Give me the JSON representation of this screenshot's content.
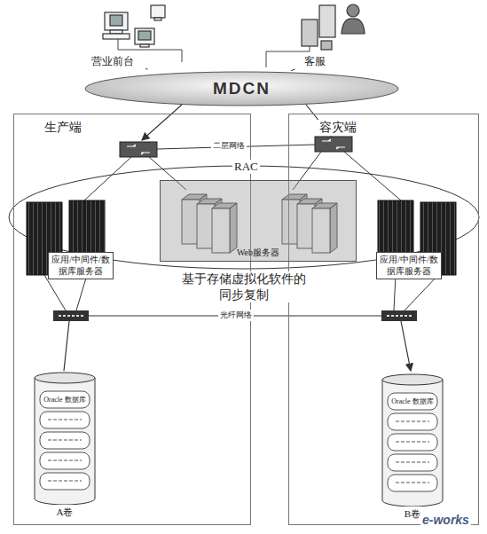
{
  "diagram": {
    "nodes": [
      {
        "text": [
          "营业前台"
        ]
      },
      {
        "text": [
          "客服"
        ]
      },
      {
        "text": [
          "MDCN"
        ]
      },
      {
        "text": [
          "生产端"
        ]
      },
      {
        "text": [
          "容灾端"
        ]
      },
      {
        "text": [
          "Web服务器"
        ]
      },
      {
        "text": [
          "应用/中间件/数据库服务器"
        ],
        "in": 3
      },
      {
        "text": [
          "应用/中间件/数据库服务器"
        ],
        "in": 4
      },
      {
        "text": [
          "Oracle 数据库",
          "A卷"
        ],
        "in": 3
      },
      {
        "text": [
          "Oracle 数据库",
          "B卷"
        ],
        "in": 4
      }
    ],
    "edges": [
      {
        "from": 0,
        "to": 2,
        "arrow": "none"
      },
      {
        "from": 1,
        "to": 2,
        "arrow": "none"
      }
    ],
    "labels": [
      "二层网络",
      "RAC",
      "基于存储虚拟化软件的同步复制",
      "光纤网络",
      "e-works"
    ]
  }
}
